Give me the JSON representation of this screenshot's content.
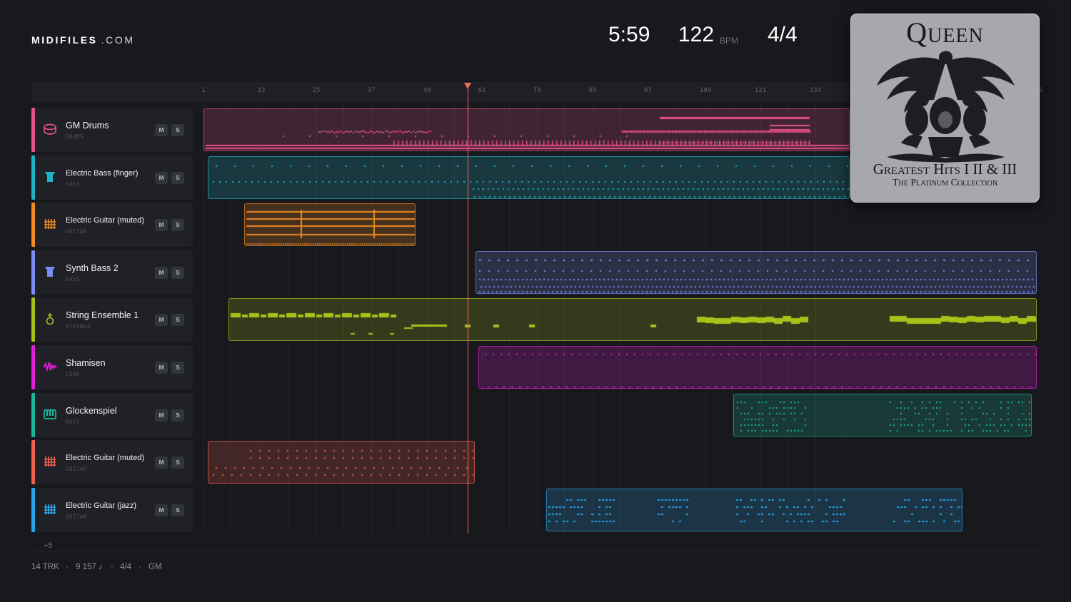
{
  "brand": {
    "name": "MIDIFILES",
    "suffix": ".COM"
  },
  "transport": {
    "time": "5:59",
    "tempo": "122",
    "tempo_unit": "BPM",
    "meter": "4/4"
  },
  "ruler": [
    "1",
    "13",
    "25",
    "37",
    "49",
    "61",
    "73",
    "85",
    "97",
    "109",
    "121",
    "133",
    "1"
  ],
  "playhead_bar": 58,
  "tracks": [
    {
      "name": "GM Drums",
      "category": "DRUMS",
      "color": "#e8508a",
      "icon": "drum-icon",
      "mute": "M",
      "solo": "S"
    },
    {
      "name": "Electric Bass (finger)",
      "category": "BASS",
      "color": "#1fb3c8",
      "icon": "bass-icon",
      "mute": "M",
      "solo": "S"
    },
    {
      "name": "Electric Guitar (muted)",
      "category": "GUITAR",
      "color": "#f08a24",
      "icon": "guitar-icon",
      "mute": "M",
      "solo": "S"
    },
    {
      "name": "Synth Bass 2",
      "category": "BASS",
      "color": "#7b8df0",
      "icon": "bass-icon",
      "mute": "M",
      "solo": "S"
    },
    {
      "name": "String Ensemble 1",
      "category": "STRINGS",
      "color": "#a6c31a",
      "icon": "strings-icon",
      "mute": "M",
      "solo": "S"
    },
    {
      "name": "Shamisen",
      "category": "LEAD",
      "color": "#e21ed8",
      "icon": "lead-wave-icon",
      "mute": "M",
      "solo": "S"
    },
    {
      "name": "Glockenspiel",
      "category": "KEYS",
      "color": "#1ab89a",
      "icon": "keys-icon",
      "mute": "M",
      "solo": "S"
    },
    {
      "name": "Electric Guitar (muted)",
      "category": "GUITAR",
      "color": "#f0604a",
      "icon": "guitar-icon",
      "mute": "M",
      "solo": "S"
    },
    {
      "name": "Electric Guitar (jazz)",
      "category": "GUITAR",
      "color": "#2aa4ec",
      "icon": "guitar-icon",
      "mute": "M",
      "solo": "S"
    }
  ],
  "more_tracks": "+5",
  "footer": {
    "tracks": "14 TRK",
    "notes": "9 157 ♪",
    "meter": "4/4",
    "standard": "GM",
    "sep": "·"
  },
  "album": {
    "artist": "Queen",
    "title": "Greatest Hits I II & III",
    "subtitle": "The Platinum Collection"
  }
}
